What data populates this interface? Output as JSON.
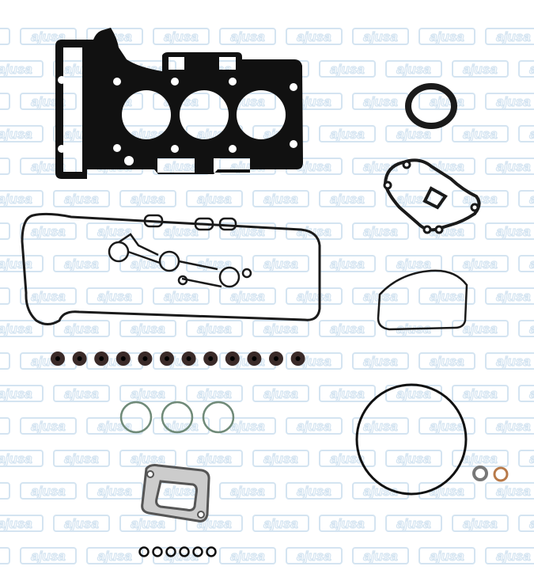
{
  "watermark": {
    "text": "ajusa",
    "color": "#d4e4f1"
  },
  "product": {
    "parts": [
      "cylinder-head-gasket",
      "crankshaft-seal",
      "water-pump-gasket",
      "valve-cover-gasket",
      "timing-cover-gasket",
      "valve-stem-seals",
      "o-rings",
      "large-o-ring",
      "sealing-rings",
      "exhaust-manifold-gasket",
      "small-o-rings"
    ],
    "valve_stem_seal_count": 12,
    "small_o_ring_count": 6,
    "medium_o_ring_count": 3
  },
  "colors": {
    "gasket": "#111111",
    "seal": "#3a2a28",
    "oring": "#6f8a78"
  }
}
